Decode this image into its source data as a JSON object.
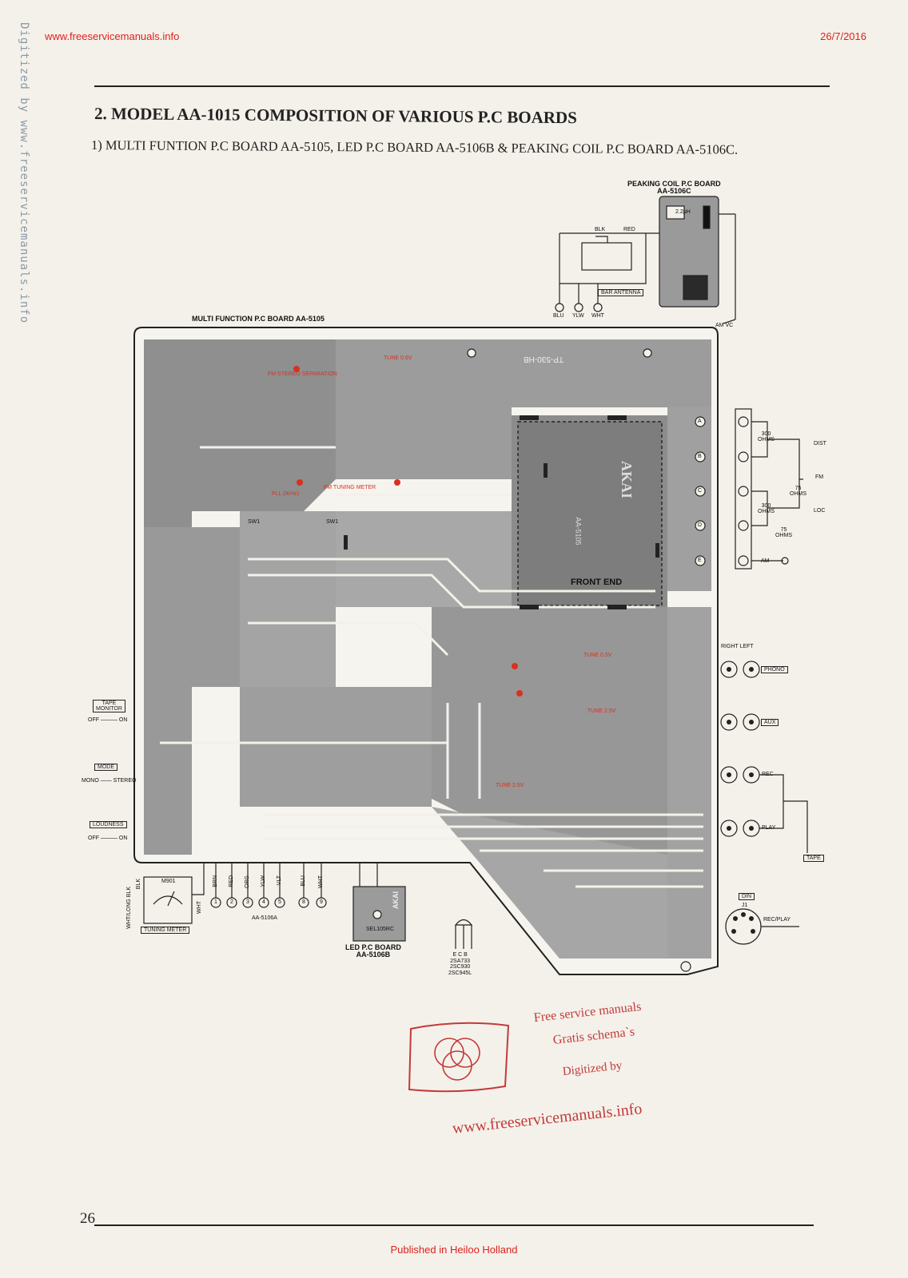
{
  "header": {
    "site": "www.freeservicemanuals.info",
    "date": "26/7/2016",
    "side_text": "Digitized by www.freeservicemanuals.info"
  },
  "section": {
    "title": "2. MODEL AA-1015 COMPOSITION OF VARIOUS P.C BOARDS",
    "subtitle": "1) MULTI FUNTION P.C BOARD AA-5105, LED P.C BOARD AA-5106B & PEAKING COIL P.C BOARD AA-5106C."
  },
  "diagram": {
    "peaking_board": {
      "title": "PEAKING COIL P.C BOARD",
      "code": "AA-5106C",
      "inductor": "2.2μH"
    },
    "antenna": {
      "label": "BAR ANTENNA",
      "wires": [
        "BLK",
        "RED"
      ],
      "leads": [
        "BLU",
        "YLW",
        "WHT"
      ]
    },
    "am_vc": "AM VC",
    "multi_board": {
      "title": "MULTI FUNCTION P.C BOARD AA-5105",
      "front_end": "FRONT END",
      "front_end_brand": "AKAI",
      "front_end_code": "AA-5105",
      "tuner_code": "TP-530-HB",
      "sw_labels": [
        "SW1",
        "SW1"
      ]
    },
    "terminals": {
      "ohms_300_a": "300\nOHMS",
      "ohms_300_b": "300\nOHMS",
      "ohms_75_a": "75\nOHMS",
      "ohms_75_b": "75\nOHMS",
      "dist": "DIST",
      "fm": "FM",
      "loc": "LOC",
      "am": "AM",
      "letters": [
        "A",
        "B",
        "C",
        "D",
        "E"
      ]
    },
    "jacks": {
      "right_left": "RIGHT  LEFT",
      "phono": "PHONO",
      "aux": "AUX",
      "rec": "REC",
      "play": "PLAY",
      "tape": "TAPE",
      "din": "DIN",
      "j1": "J1",
      "rec_play": "REC/PLAY"
    },
    "switches": {
      "tape_monitor": "TAPE\nMONITOR",
      "tape_monitor_states": "OFF ——— ON",
      "mode": "MODE",
      "mode_states": "MONO —— STEREO",
      "loudness": "LOUDNESS",
      "loudness_states": "OFF ——— ON"
    },
    "meter": {
      "title": "TUNING METER",
      "part": "M901",
      "board": "AA-5106A",
      "wires": [
        "BLK",
        "WHT/LONG BLK",
        "WHT"
      ]
    },
    "wire_colors": [
      "BRN",
      "RED",
      "ORG",
      "YLW",
      "VLT",
      "BLU",
      "WHT"
    ],
    "wire_numbers": [
      "1",
      "2",
      "3",
      "4",
      "5",
      "8",
      "9"
    ],
    "led_board": {
      "title": "LED P.C BOARD",
      "code": "AA-5106B",
      "part": "SEL105RC",
      "brand": "AKAI"
    },
    "transistor": {
      "pins": "E C B",
      "types": [
        "2SA733",
        "2SC930",
        "2SC945L"
      ]
    }
  },
  "watermark": {
    "line1": "Free service manuals",
    "line2": "Gratis schema`s",
    "line3": "Digitized by",
    "url": "www.freeservicemanuals.info"
  },
  "footer": {
    "page_number": "26",
    "published": "Published in Heiloo Holland"
  }
}
